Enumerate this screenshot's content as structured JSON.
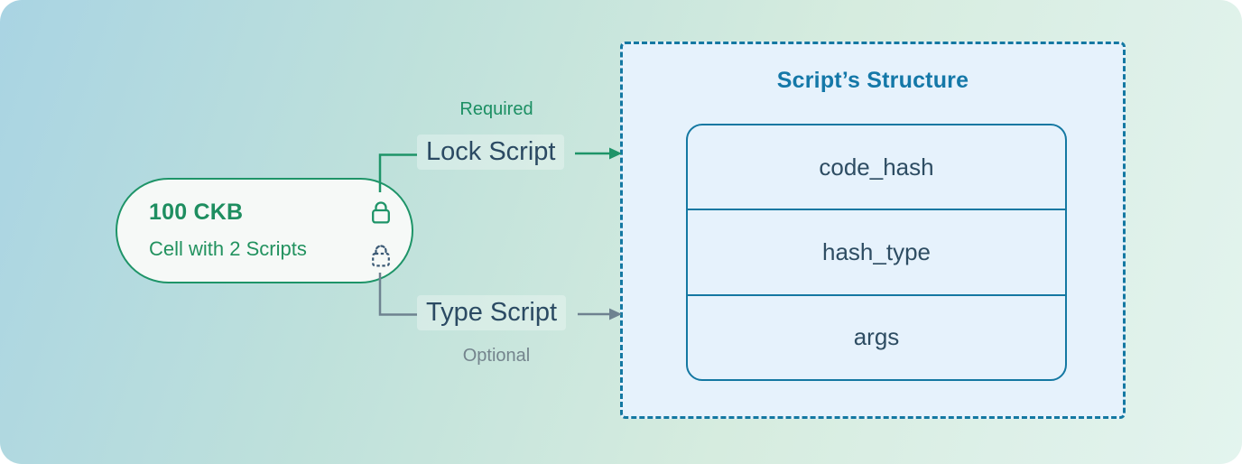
{
  "diagram": {
    "cell": {
      "capacity": "100 CKB",
      "label": "Cell with 2 Scripts"
    },
    "lock_script": {
      "label": "Lock Script",
      "annotation": "Required"
    },
    "type_script": {
      "label": "Type Script",
      "annotation": "Optional"
    },
    "script_structure": {
      "title": "Script’s Structure",
      "fields": [
        "code_hash",
        "hash_type",
        "args"
      ]
    },
    "colors": {
      "green": "#1e9468",
      "navy": "#2b4a63",
      "gray": "#6e8290",
      "teal_border": "#1478a2",
      "teal_title": "#1478a8",
      "box_fill": "#e6f2fc",
      "pill_fill": "#f6f9f7",
      "bg_start": "#a9d4e3",
      "bg_end": "#e3f4ee"
    }
  }
}
